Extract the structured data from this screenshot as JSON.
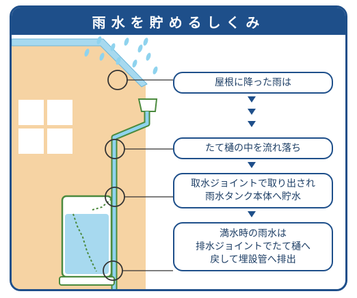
{
  "title": "雨水を貯めるしくみ",
  "colors": {
    "frame": "#1e4f8a",
    "wall": "#f6d3a3",
    "water": "#8fd3ee",
    "tank": "#4b8a3e"
  },
  "steps": [
    {
      "lines": [
        "屋根に降った雨は"
      ]
    },
    {
      "lines": [
        "たて樋の中を流れ落ち"
      ]
    },
    {
      "lines": [
        "取水ジョイントで取り出され",
        "雨水タンク本体へ貯水"
      ]
    },
    {
      "lines": [
        "満水時の雨水は",
        "排水ジョイントでたて樋へ",
        "戻して埋設管へ排出"
      ]
    }
  ]
}
